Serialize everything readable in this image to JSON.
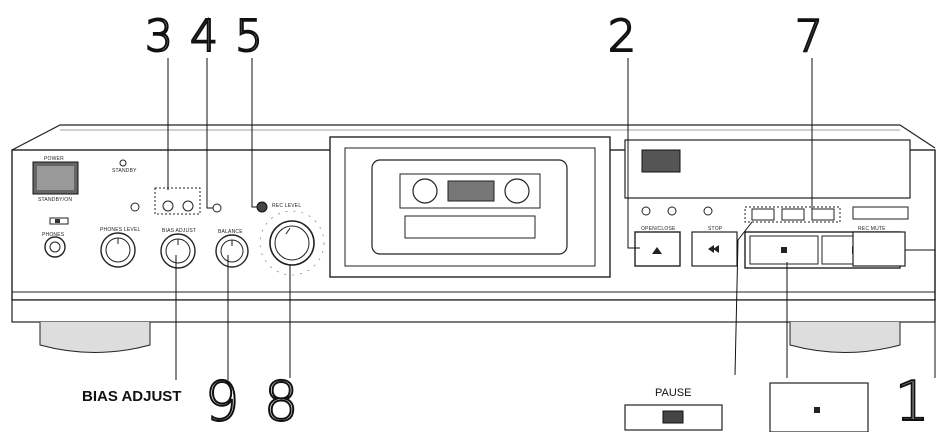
{
  "callouts": {
    "n3": "3",
    "n4": "4",
    "n5": "5",
    "n2": "2",
    "n7": "7",
    "n9": "9",
    "n8": "8",
    "n1": "1"
  },
  "captions": {
    "bias_adjust": "BIAS ADJUST",
    "pause": "PAUSE"
  },
  "panel_labels": {
    "power": "POWER",
    "standby_on": "STANDBY/ON",
    "standby": "STANDBY",
    "phones": "PHONES",
    "phones_level": "PHONES LEVEL",
    "bias_adjust": "BIAS ADJUST",
    "balance": "BALANCE",
    "rec_level": "REC LEVEL",
    "open_close": "OPEN/CLOSE",
    "stop": "STOP",
    "rec_mute": "REC MUTE"
  }
}
